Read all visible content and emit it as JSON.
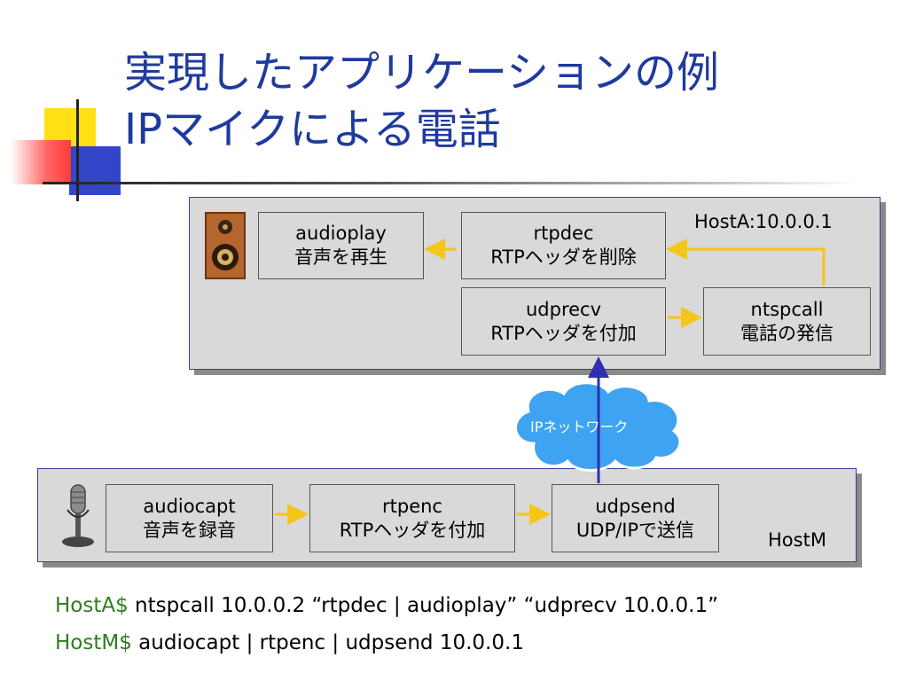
{
  "title": {
    "line1": "実現したアプリケーションの例",
    "line2": "IPマイクによる電話"
  },
  "hostA": {
    "label": "HostA:10.0.0.1",
    "audioplay": {
      "name": "audioplay",
      "desc": "音声を再生"
    },
    "rtpdec": {
      "name": "rtpdec",
      "desc": "RTPヘッダを削除"
    },
    "udprecv": {
      "name": "udprecv",
      "desc": "RTPヘッダを付加"
    },
    "ntspcall": {
      "name": "ntspcall",
      "desc": "電話の発信"
    }
  },
  "network": {
    "label": "IPネットワーク"
  },
  "hostM": {
    "label": "HostM",
    "audiocapt": {
      "name": "audiocapt",
      "desc": "音声を録音"
    },
    "rtpenc": {
      "name": "rtpenc",
      "desc": "RTPヘッダを付加"
    },
    "udpsend": {
      "name": "udpsend",
      "desc": "UDP/IPで送信"
    }
  },
  "commands": {
    "line1": {
      "prompt": "HostA$",
      "text": " ntspcall 10.0.0.2 “rtpdec | audioplay” “udprecv 10.0.0.1”"
    },
    "line2": {
      "prompt": "HostM$",
      "text": " audiocapt | rtpenc | udpsend 10.0.0.1"
    }
  },
  "colors": {
    "title": "#1f3a9e",
    "arrow": "#f5c518",
    "link": "#2f2fb0",
    "cloud": "#3ea3f0",
    "prompt": "#2e7d1f"
  }
}
